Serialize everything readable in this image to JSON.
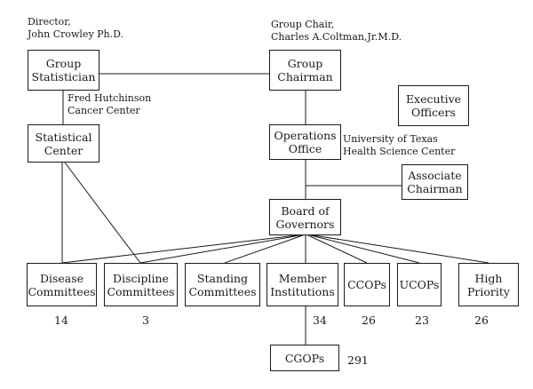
{
  "annotations": {
    "director": {
      "role": "Director,",
      "name": "John Crowley Ph.D."
    },
    "group_chair": {
      "role": "Group Chair,",
      "name": "Charles A.Coltman,Jr.M.D."
    },
    "fred_hutch": {
      "line1": "Fred Hutchinson",
      "line2": "Cancer Center"
    },
    "ut_health": {
      "line1": "University of Texas",
      "line2": "Health Science Center"
    }
  },
  "boxes": {
    "group_statistician": {
      "line1": "Group",
      "line2": "Statistician"
    },
    "group_chairman": {
      "line1": "Group",
      "line2": "Chairman"
    },
    "executive_officers": {
      "line1": "Executive",
      "line2": "Officers"
    },
    "statistical_center": {
      "line1": "Statistical",
      "line2": "Center"
    },
    "operations_office": {
      "line1": "Operations",
      "line2": "Office"
    },
    "associate_chairman": {
      "line1": "Associate",
      "line2": "Chairman"
    },
    "board_of_governors": {
      "line1": "Board of",
      "line2": "Governors"
    },
    "disease_committees": {
      "line1": "Disease",
      "line2": "Committees"
    },
    "discipline_committees": {
      "line1": "Discipline",
      "line2": "Committees"
    },
    "standing_committees": {
      "line1": "Standing",
      "line2": "Committees"
    },
    "member_institutions": {
      "line1": "Member",
      "line2": "Institutions"
    },
    "ccops": {
      "line1": "CCOPs"
    },
    "ucops": {
      "line1": "UCOPs"
    },
    "high_priority": {
      "line1": "High",
      "line2": "Priority"
    },
    "cgops": {
      "line1": "CGOPs"
    }
  },
  "counts": {
    "disease_committees": "14",
    "discipline_committees": "3",
    "member_institutions": "34",
    "ccops": "26",
    "ucops": "23",
    "high_priority": "26",
    "cgops": "291"
  }
}
